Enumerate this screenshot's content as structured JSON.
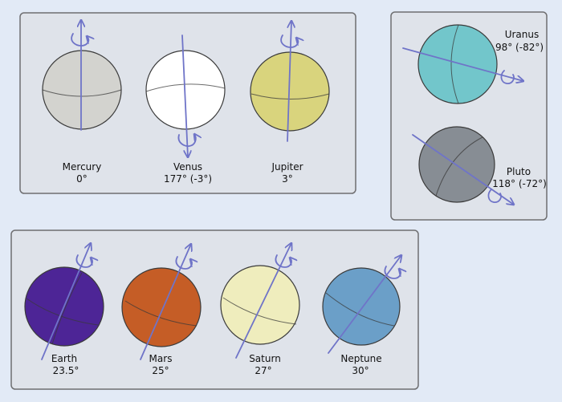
{
  "colors": {
    "page_background": "#e2eaf6",
    "panel_fill": "#dfe3ea",
    "panel_stroke": "#6e6e70",
    "axis": "#6f74c8",
    "outline": "#3a3a3a"
  },
  "panels": [
    {
      "planets": [
        {
          "id": "mercury",
          "name": "Mercury",
          "tilt": "0°",
          "tilt_deg": 0,
          "color": "#d3d3cf",
          "rotation_icon": "counterclockwise-rotation-arrow-icon"
        },
        {
          "id": "venus",
          "name": "Venus",
          "tilt": "177° (-3°)",
          "tilt_deg": 177,
          "color": "#ffffff",
          "rotation_icon": "clockwise-rotation-arrow-icon"
        },
        {
          "id": "jupiter",
          "name": "Jupiter",
          "tilt": "3°",
          "tilt_deg": 3,
          "color": "#d9d47d",
          "rotation_icon": "counterclockwise-rotation-arrow-icon"
        }
      ]
    },
    {
      "planets": [
        {
          "id": "uranus",
          "name": "Uranus",
          "tilt": "98° (-82°)",
          "tilt_deg": 98,
          "color": "#72c6cb",
          "rotation_icon": "rotation-arrow-icon"
        },
        {
          "id": "pluto",
          "name": "Pluto",
          "tilt": "118° (-72°)",
          "tilt_deg": 118,
          "color": "#878d94",
          "rotation_icon": "rotation-arrow-icon"
        }
      ]
    },
    {
      "planets": [
        {
          "id": "earth",
          "name": "Earth",
          "tilt": "23.5°",
          "tilt_deg": 23.5,
          "color": "#4d2596",
          "rotation_icon": "counterclockwise-rotation-arrow-icon"
        },
        {
          "id": "mars",
          "name": "Mars",
          "tilt": "25°",
          "tilt_deg": 25,
          "color": "#c55d26",
          "rotation_icon": "counterclockwise-rotation-arrow-icon"
        },
        {
          "id": "saturn",
          "name": "Saturn",
          "tilt": "27°",
          "tilt_deg": 27,
          "color": "#efedbd",
          "rotation_icon": "counterclockwise-rotation-arrow-icon"
        },
        {
          "id": "neptune",
          "name": "Neptune",
          "tilt": "30°",
          "tilt_deg": 30,
          "color": "#6b9fc8",
          "rotation_icon": "counterclockwise-rotation-arrow-icon"
        }
      ]
    }
  ]
}
